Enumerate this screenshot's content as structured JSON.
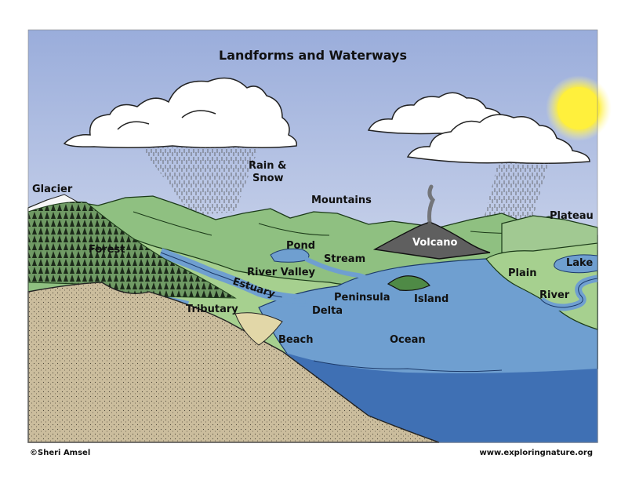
{
  "title": "Landforms and Waterways",
  "labels": {
    "rain_snow_1": "Rain &",
    "rain_snow_2": "Snow",
    "glacier": "Glacier",
    "mountains": "Mountains",
    "plateau": "Plateau",
    "forest": "Forest",
    "pond": "Pond",
    "stream": "Stream",
    "volcano": "Volcano",
    "lake": "Lake",
    "river_valley": "River Valley",
    "plain": "Plain",
    "estuary": "Estuary",
    "peninsula": "Peninsula",
    "island": "Island",
    "river": "River",
    "tributary": "Tributary",
    "delta": "Delta",
    "beach": "Beach",
    "ocean": "Ocean"
  },
  "footer": {
    "credit": "©Sheri Amsel",
    "website": "www.exploringnature.org"
  },
  "colors": {
    "sky_top": "#9fb0dd",
    "sky_bottom": "#eef0f6",
    "sun": "#fff24a",
    "mountain": "#8fc081",
    "plain": "#a6d08f",
    "water": "#6f9fd0",
    "deep_water": "#3f70b4",
    "soil": "#cdbf9f",
    "volcano": "#5e5e5e",
    "forest": "#1f2d1d"
  }
}
